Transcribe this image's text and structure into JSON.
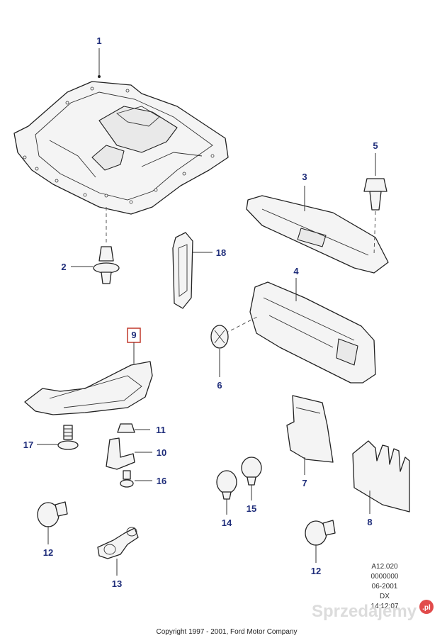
{
  "callouts": {
    "c1": "1",
    "c2": "2",
    "c3": "3",
    "c4": "4",
    "c5": "5",
    "c6": "6",
    "c7": "7",
    "c8": "8",
    "c9": "9",
    "c10": "10",
    "c11": "11",
    "c12a": "12",
    "c12b": "12",
    "c13": "13",
    "c14": "14",
    "c15": "15",
    "c16": "16",
    "c17": "17",
    "c18": "18"
  },
  "reference": {
    "line1": "A12.020",
    "line2": "0000000",
    "line3": "06-2001",
    "line4": "DX",
    "line5": "14:12:07"
  },
  "copyright": "Copyright 1997 - 2001, Ford Motor Company",
  "watermark": {
    "text": "Sprzedajemy",
    "suffix": ".pl"
  },
  "colors": {
    "callout": "#1f2d7a",
    "highlight_box": "#c0392b"
  }
}
